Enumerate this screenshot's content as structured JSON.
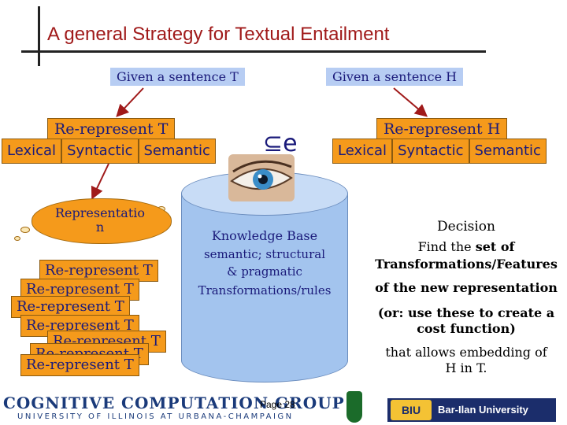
{
  "title": "A general Strategy for Textual Entailment",
  "given_t": "Given a sentence T",
  "given_h": "Given a sentence H",
  "left_box": {
    "title": "Re-represent T",
    "cells": [
      "Lexical",
      "Syntactic",
      "Semantic"
    ]
  },
  "right_box": {
    "title": "Re-represent H",
    "cells": [
      "Lexical",
      "Syntactic",
      "Semantic"
    ]
  },
  "subset_symbol": "⊆e",
  "cloud_text": "Representatio\nn",
  "stack_label": "Re-represent T",
  "stack_count": 7,
  "knowledge_base": {
    "title": "Knowledge Base",
    "line1": "semantic; structural",
    "line2": "& pragmatic",
    "line3": "Transformations/rules"
  },
  "decision": {
    "title": "Decision",
    "line1a": "Find the ",
    "line1b": "set of",
    "line2": "Transformations/Features",
    "line3": "of the new representation",
    "line4": "(or: use these to create a",
    "line5": "cost function)",
    "line6": "that allows embedding of",
    "line7": "H in T."
  },
  "footer": {
    "logo_main": "COGNITIVE COMPUTATION GROUP",
    "logo_sub": "UNIVERSITY OF ILLINOIS AT URBANA-CHAMPAIGN",
    "page": "Page 28",
    "bar_ilan": "Bar-Ilan University",
    "bar_ilan_icon": "BIU"
  },
  "colors": {
    "title": "#a01a1a",
    "box": "#f59a1b",
    "given_bg": "#b7cdf3",
    "cylinder": "#a3c4ee",
    "text_blue": "#1a1a7a"
  }
}
